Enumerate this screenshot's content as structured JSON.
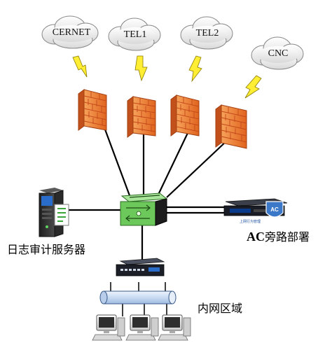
{
  "clouds": [
    {
      "label": "CERNET"
    },
    {
      "label": "TEL1"
    },
    {
      "label": "TEL2"
    },
    {
      "label": "CNC"
    }
  ],
  "labels": {
    "log_server": "日志审计服务器",
    "ac_bold": "AC",
    "ac_rest": "旁路部署",
    "lan": "内网区域",
    "ac_badge": "AC",
    "ac_small": "上网行为管理"
  },
  "colors": {
    "firewall": "#f07a2a",
    "firewall_dark": "#c2501a",
    "bolt": "#ffee33",
    "switch_green": "#7bd36a",
    "server_blue": "#2a6cc9",
    "pipe": "#cfe0f5"
  }
}
